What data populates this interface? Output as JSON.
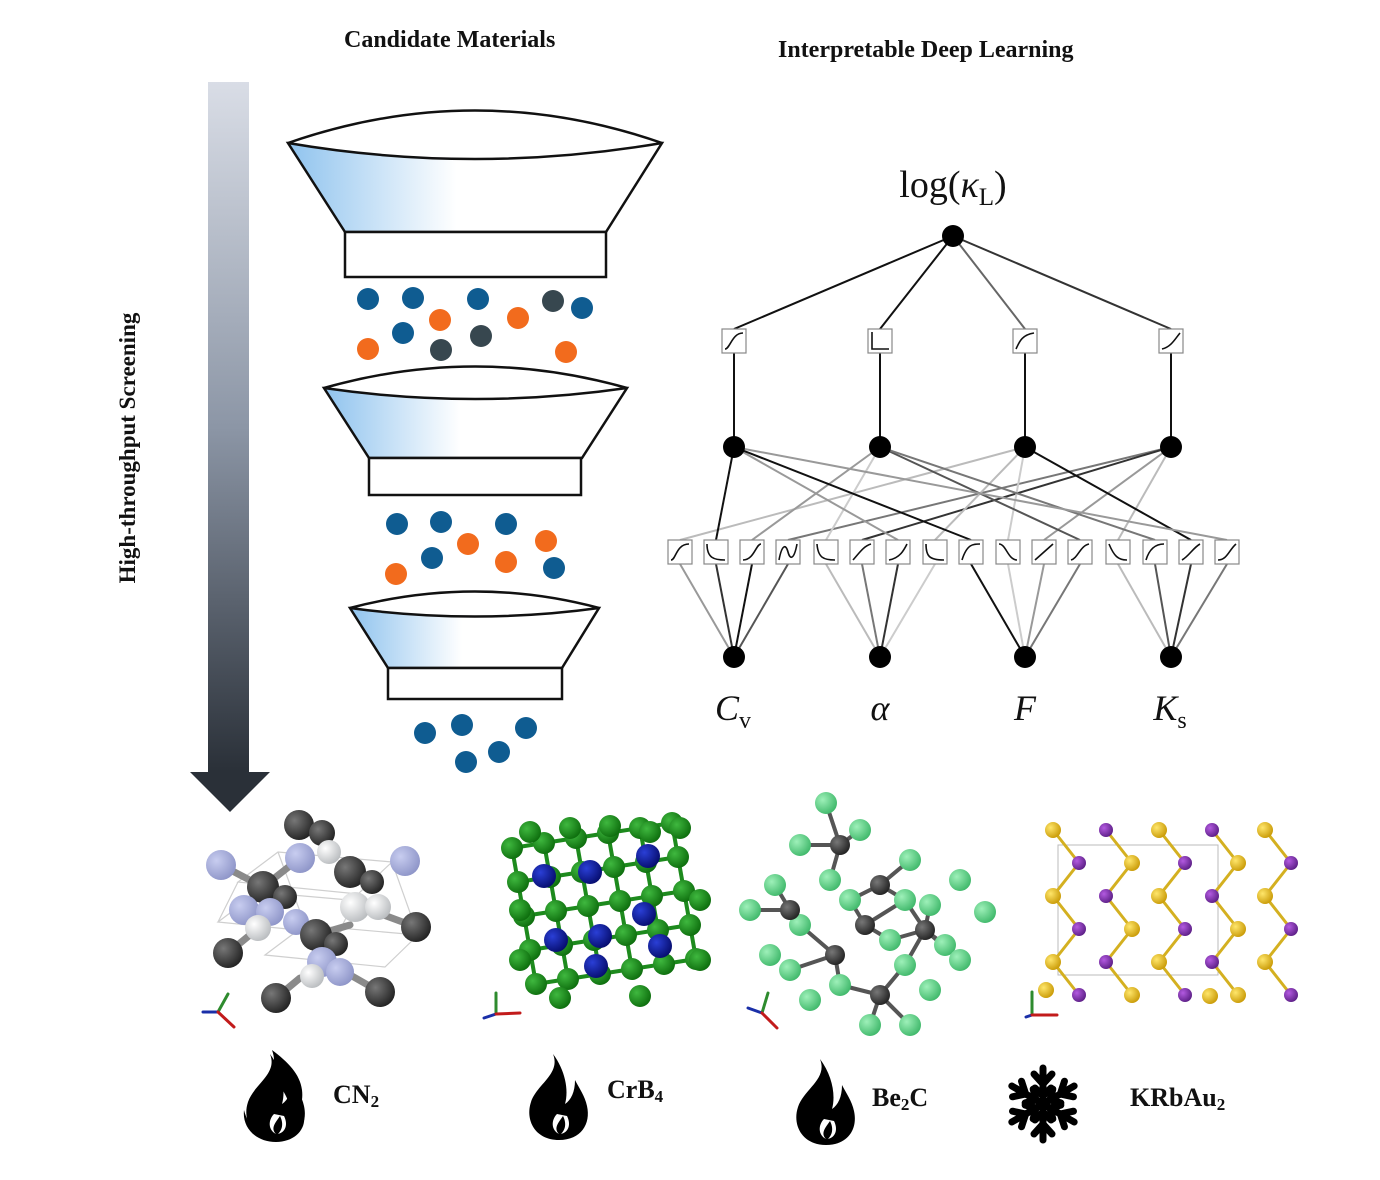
{
  "headings": {
    "candidate": "Candidate Materials",
    "interpretable": "Interpretable Deep Learning",
    "screening": "High-throughput Screening"
  },
  "network": {
    "output": {
      "prefix": "log(",
      "symbol": "κ",
      "sub": "L",
      "suffix": ")"
    },
    "inputs": [
      {
        "symbol": "C",
        "sub": "v"
      },
      {
        "symbol": "α",
        "sub": ""
      },
      {
        "symbol": "F",
        "sub": ""
      },
      {
        "symbol": "K",
        "sub": "s"
      }
    ]
  },
  "materials": [
    {
      "parts": [
        [
          "CN",
          ""
        ],
        [
          "2",
          "sub"
        ]
      ],
      "icon": "flame-icon"
    },
    {
      "parts": [
        [
          "CrB",
          ""
        ],
        [
          "4",
          "sub"
        ]
      ],
      "icon": "flame-icon"
    },
    {
      "parts": [
        [
          "Be",
          ""
        ],
        [
          "2",
          "sub"
        ],
        [
          "C",
          ""
        ]
      ],
      "icon": "flame-icon"
    },
    {
      "parts": [
        [
          "KRbAu",
          ""
        ],
        [
          "2",
          "sub"
        ]
      ],
      "icon": "snowflake-icon"
    }
  ],
  "colors": {
    "blue_dot": "#0f5c91",
    "orange_dot": "#f26b1d",
    "gray_dot": "#37474f",
    "funnel_fill": "#b9d8f2",
    "arrow_top": "#d9dde6",
    "arrow_bottom": "#2a3038"
  }
}
